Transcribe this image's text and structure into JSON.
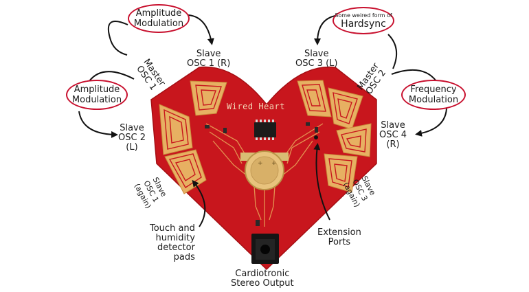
{
  "board": {
    "title": "Wired Heart"
  },
  "bubbles": {
    "am_top": [
      "Amplitude",
      "Modulation"
    ],
    "am_left": [
      "Amplitude",
      "Modulation"
    ],
    "hardsync": [
      "Some weired form of",
      "Hardsync"
    ],
    "fm": [
      "Frequency",
      "Modulation"
    ]
  },
  "labels": {
    "slave_osc1_r": [
      "Slave",
      "OSC 1 (R)"
    ],
    "slave_osc3_l": [
      "Slave",
      "OSC 3 (L)"
    ],
    "master_osc1": [
      "Master",
      "OSC 1"
    ],
    "master_osc2": [
      "Master",
      "OSC 2"
    ],
    "slave_osc2_l": [
      "Slave",
      "OSC 2",
      "(L)"
    ],
    "slave_osc4_r": [
      "Slave",
      "OSC 4",
      "(R)"
    ],
    "slave_osc1_again": [
      "Slave",
      "OSC 1",
      "(again)"
    ],
    "slave_osc3_again": [
      "Slave",
      "OSC 3",
      "(again)"
    ],
    "touch_pads": [
      "Touch and",
      "humidity",
      "detector",
      "pads"
    ],
    "extension_ports": [
      "Extension",
      "Ports"
    ],
    "stereo_output": [
      "Cardiotronic",
      "Stereo Output"
    ]
  },
  "colors": {
    "board_red": "#c8161d",
    "pad_gold": "#e7b062",
    "bubble_outline": "#c8102e"
  }
}
